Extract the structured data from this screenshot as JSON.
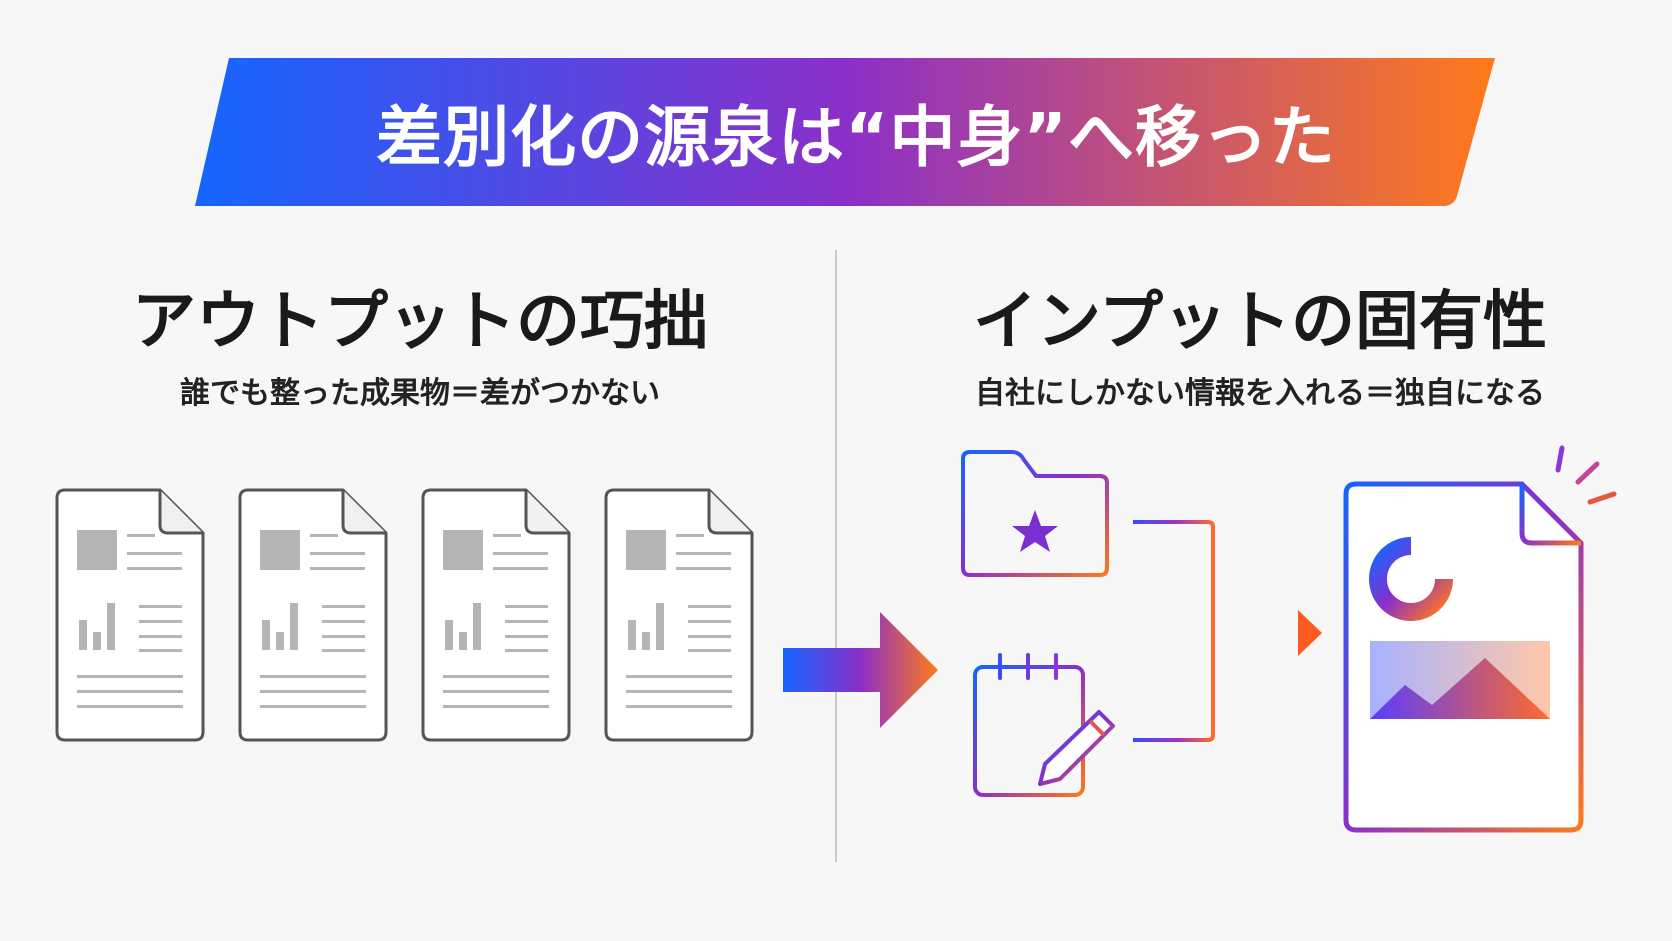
{
  "banner": {
    "title": "差別化の源泉は“中身”へ移った",
    "gradient_start": "#1565ff",
    "gradient_mid": "#8b2fc9",
    "gradient_end": "#ff7a1a"
  },
  "left_panel": {
    "heading": "アウトプットの巧拙",
    "subheading": "誰でも整った成果物＝差がつかない",
    "document_count": 4
  },
  "right_panel": {
    "heading": "インプットの固有性",
    "subheading": "自社にしかない情報を入れる＝独自になる",
    "inputs": [
      "folder-star-icon",
      "notepad-pencil-icon"
    ],
    "output": "unique-document-icon"
  },
  "colors": {
    "doc_stroke": "#555555",
    "doc_fill": "#ffffff",
    "doc_gray": "#b5b5b5",
    "divider": "#c9c9c9",
    "accent_blue": "#1565ff",
    "accent_orange": "#ff7a1a"
  }
}
